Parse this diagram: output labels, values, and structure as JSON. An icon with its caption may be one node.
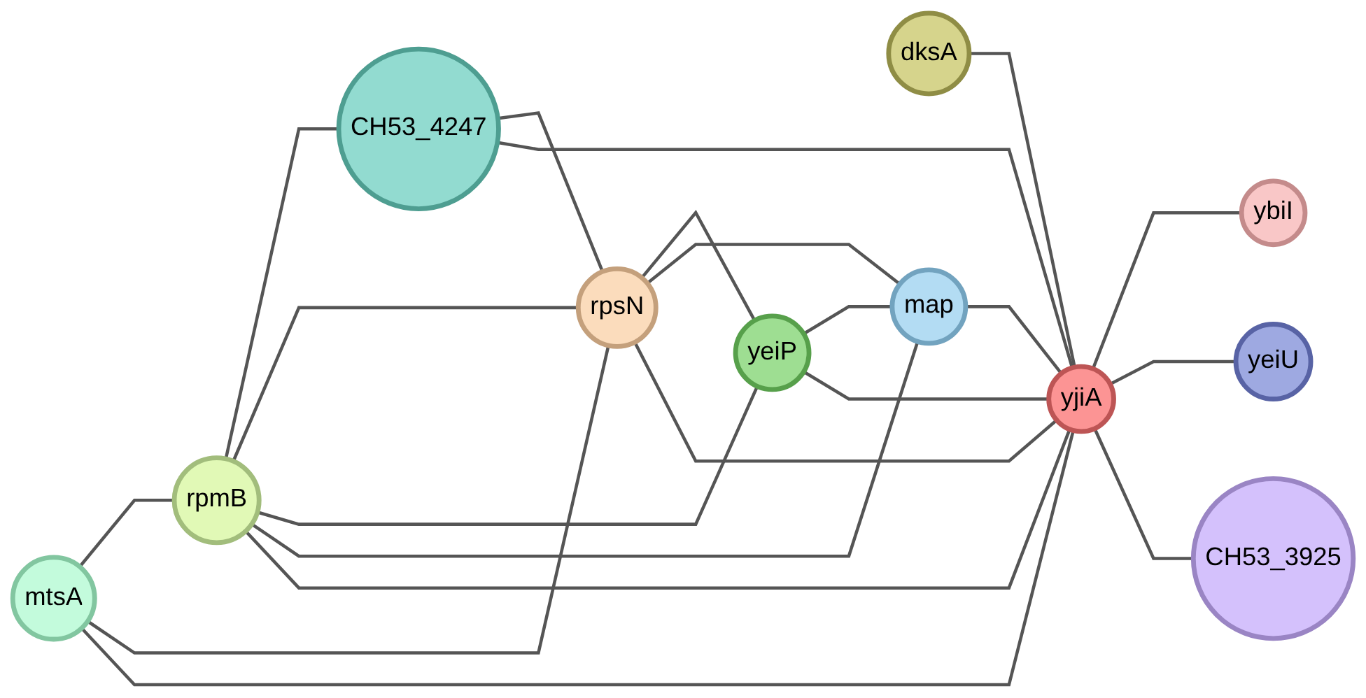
{
  "diagram": {
    "nodes": [
      {
        "text": [
          "mtsA"
        ]
      },
      {
        "text": [
          "CH53_4247"
        ]
      },
      {
        "text": [
          "rpmB"
        ]
      },
      {
        "text": [
          "dksA"
        ]
      },
      {
        "text": [
          "rpsN"
        ]
      },
      {
        "text": [
          "yeiP"
        ]
      },
      {
        "text": [
          "yjiA"
        ]
      },
      {
        "text": [
          "map"
        ]
      },
      {
        "text": [
          "ybiI"
        ]
      },
      {
        "text": [
          "yeiU"
        ]
      },
      {
        "text": [
          "CH53_3925"
        ]
      }
    ],
    "edges": [
      {
        "from": 0,
        "to": 2,
        "arrow": "none"
      },
      {
        "from": 0,
        "to": 4,
        "arrow": "none"
      },
      {
        "from": 0,
        "to": 6,
        "arrow": "none"
      },
      {
        "from": 2,
        "to": 1,
        "arrow": "none"
      },
      {
        "from": 2,
        "to": 4,
        "arrow": "none"
      },
      {
        "from": 2,
        "to": 5,
        "arrow": "none"
      },
      {
        "from": 2,
        "to": 7,
        "arrow": "none"
      },
      {
        "from": 2,
        "to": 6,
        "arrow": "none"
      },
      {
        "from": 1,
        "to": 4,
        "arrow": "none"
      },
      {
        "from": 1,
        "to": 6,
        "arrow": "none"
      },
      {
        "from": 4,
        "to": 5,
        "arrow": "none"
      },
      {
        "from": 4,
        "to": 7,
        "arrow": "none"
      },
      {
        "from": 4,
        "to": 6,
        "arrow": "none"
      },
      {
        "from": 5,
        "to": 7,
        "arrow": "none"
      },
      {
        "from": 5,
        "to": 6,
        "arrow": "none"
      },
      {
        "from": 7,
        "to": 6,
        "arrow": "none"
      },
      {
        "from": 3,
        "to": 6,
        "arrow": "none"
      },
      {
        "from": 6,
        "to": 8,
        "arrow": "none"
      },
      {
        "from": 6,
        "to": 9,
        "arrow": "none"
      },
      {
        "from": 6,
        "to": 10,
        "arrow": "none"
      }
    ]
  }
}
